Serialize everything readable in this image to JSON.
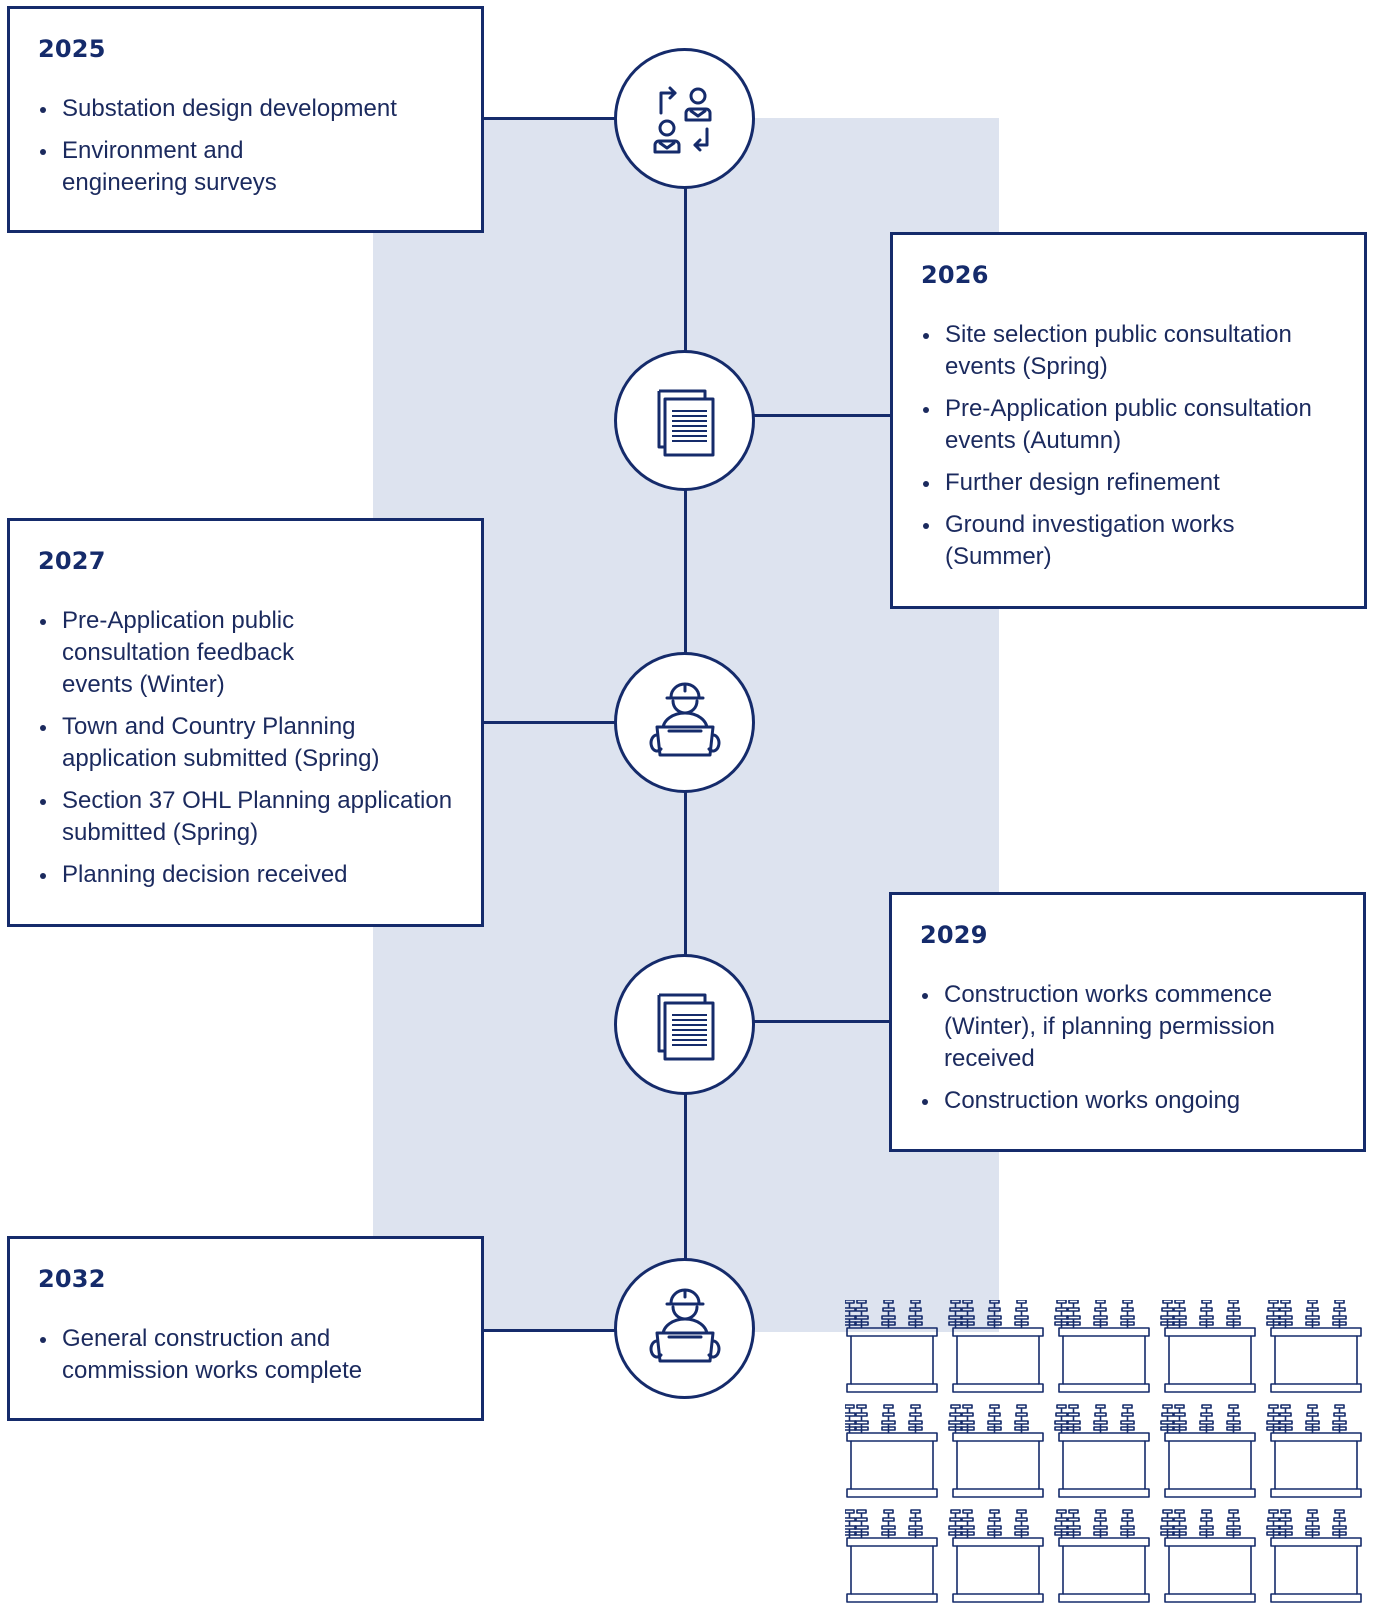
{
  "colors": {
    "navy": "#152b6b",
    "band": "#dde3ef",
    "text": "#1b2a5e"
  },
  "milestones": [
    {
      "year": "2025",
      "icon": "people-exchange-icon",
      "items": [
        "Substation design development",
        "Environment and engineering surveys"
      ]
    },
    {
      "year": "2026",
      "icon": "documents-icon",
      "items": [
        "Site selection public consultation events (Spring)",
        "Pre-Application public consultation events (Autumn)",
        "Further design refinement",
        "Ground investigation works (Summer)"
      ]
    },
    {
      "year": "2027",
      "icon": "engineer-plans-icon",
      "items": [
        "Pre-Application public consultation feedback events (Winter)",
        "Town and Country Planning application submitted (Spring)",
        "Section 37 OHL Planning application submitted (Spring)",
        "Planning decision received"
      ]
    },
    {
      "year": "2029",
      "icon": "documents-icon",
      "items": [
        "Construction works commence (Winter), if planning permission received",
        "Construction works ongoing"
      ]
    },
    {
      "year": "2032",
      "icon": "engineer-plans-icon",
      "items": [
        "General construction and commission works complete"
      ]
    }
  ],
  "decoration": {
    "icon": "transformer-grid-icon"
  }
}
